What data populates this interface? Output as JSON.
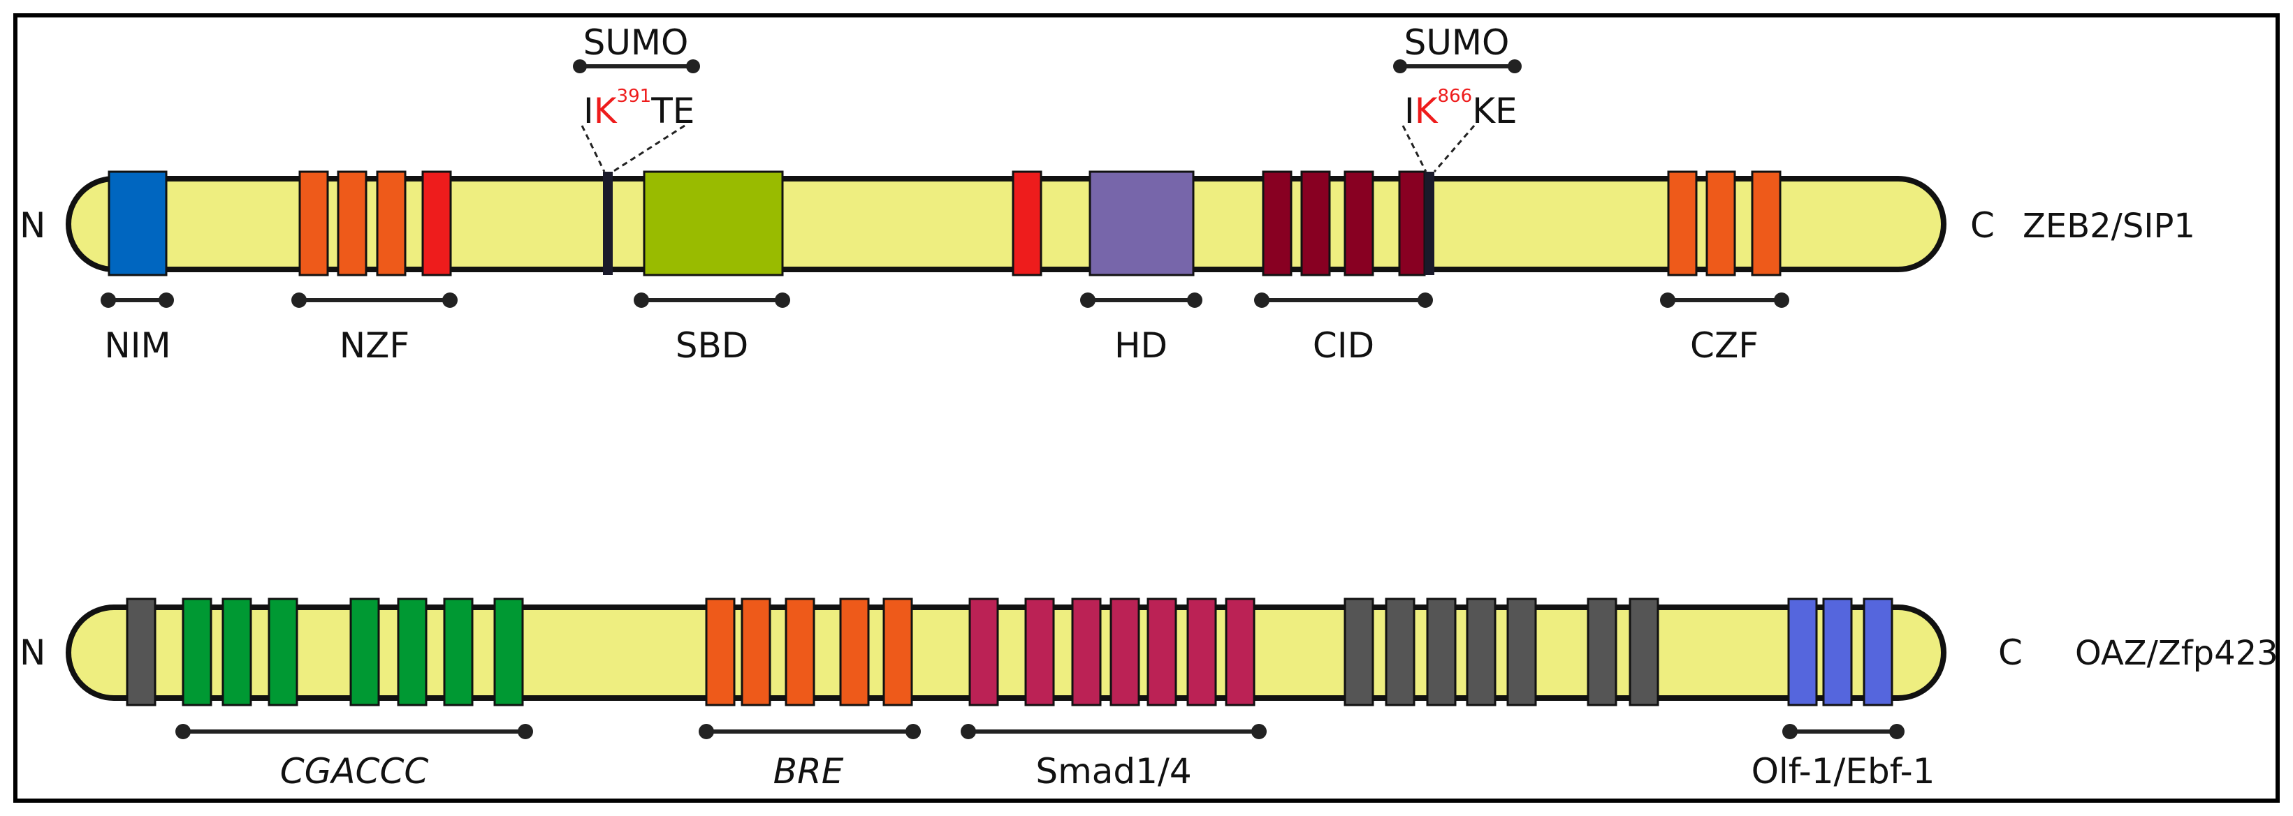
{
  "colors": {
    "background": "#ffffff",
    "frame": "#000000",
    "protein_body": "#eeee80",
    "nim": "#0066c0",
    "zinc_finger_orange": "#ee5a1a",
    "zinc_finger_red": "#ee1c1c",
    "sbd": "#99bb00",
    "hd": "#7766aa",
    "cid": "#880022",
    "sumo_site_bar": "#1a1a2a",
    "oaz_green": "#009933",
    "oaz_gray": "#555555",
    "oaz_magenta": "#bb2255",
    "oaz_blue": "#5566dd",
    "highlight_text": "#ee1c1c"
  },
  "zeb2": {
    "n_label": "N",
    "c_label": "C",
    "name": "ZEB2/SIP1",
    "sumo_site_1": {
      "label": "SUMO",
      "prefix": "I",
      "residue": "K",
      "position": "391",
      "suffix": "TE"
    },
    "sumo_site_2": {
      "label": "SUMO",
      "prefix": "I",
      "residue": "K",
      "position": "866",
      "suffix": "KE"
    },
    "domains": [
      "NIM",
      "NZF",
      "SBD",
      "HD",
      "CID",
      "CZF"
    ]
  },
  "oaz": {
    "n_label": "N",
    "c_label": "C",
    "name": "OAZ/Zfp423",
    "regions": [
      "CGACCC",
      "BRE",
      "Smad1/4",
      "Olf-1/Ebf-1"
    ]
  }
}
